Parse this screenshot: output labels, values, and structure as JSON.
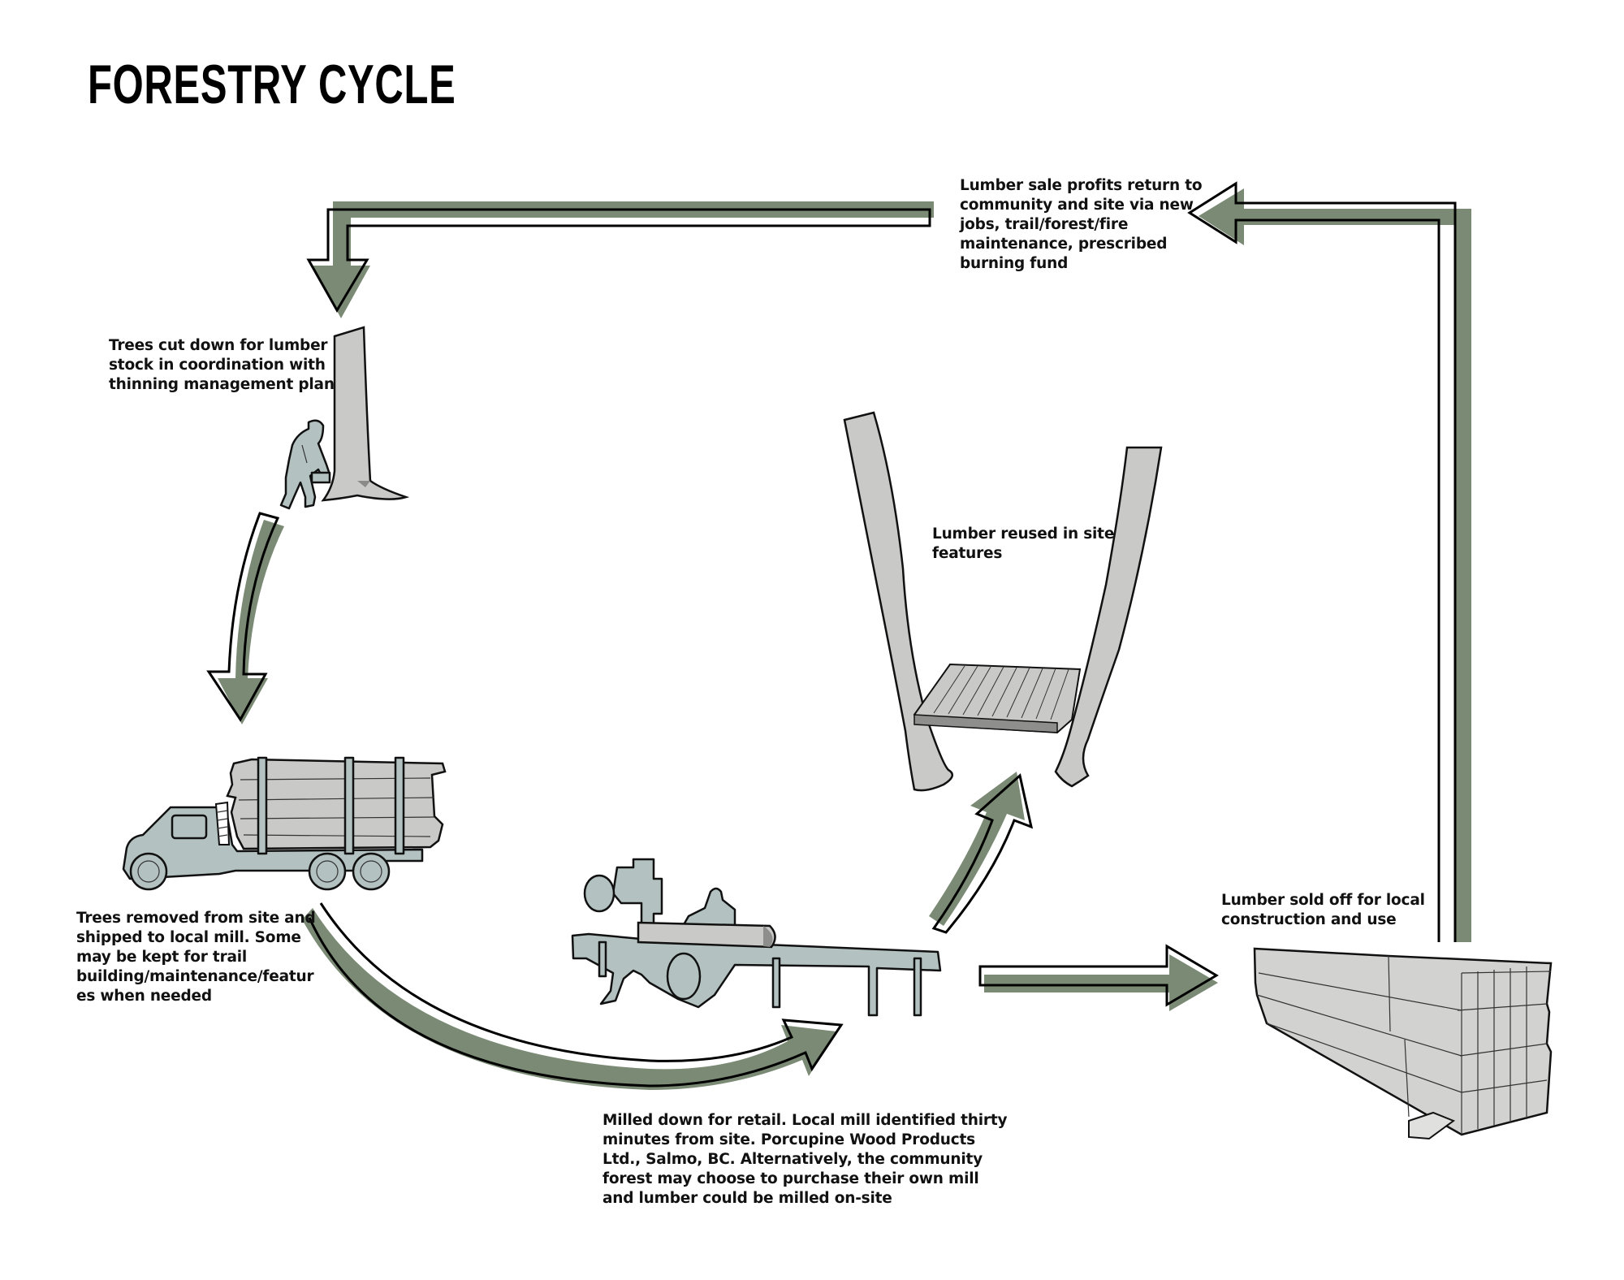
{
  "title": "FORESTRY CYCLE",
  "colors": {
    "arrow_fill": "#7a8a74",
    "outline": "#000000",
    "equipment_fill": "#b3c2c1",
    "wood_fill": "#c9cac7"
  },
  "steps": [
    {
      "id": "cut",
      "label": "Trees cut down for lumber\nstock in coordination with\nthinning management plan",
      "illustration": "logger-with-chainsaw-icon"
    },
    {
      "id": "ship",
      "label": "Trees removed from site and\nshipped to local mill.  Some\nmay be kept for trail\nbuilding/maintenance/featur\nes when needed",
      "illustration": "logging-truck-icon"
    },
    {
      "id": "mill",
      "label": "Milled down for retail. Local mill identified thirty\nminutes from site. Porcupine Wood Products\nLtd., Salmo, BC. Alternatively, the community\nforest may choose to purchase their own mill\nand lumber could be milled on-site",
      "illustration": "sawmill-icon"
    },
    {
      "id": "reuse",
      "label": "Lumber reused in site\nfeatures",
      "illustration": "bridge-between-trees-icon"
    },
    {
      "id": "sell",
      "label": "Lumber sold off for local\nconstruction and use",
      "illustration": "lumber-stack-icon"
    },
    {
      "id": "profits",
      "label": "Lumber sale profits return to\ncommunity and site via new\njobs, trail/forest/fire\nmaintenance, prescribed\nburning fund",
      "illustration": "return-arrow-icon"
    }
  ],
  "flow": [
    {
      "from": "profits",
      "to": "cut"
    },
    {
      "from": "cut",
      "to": "ship"
    },
    {
      "from": "ship",
      "to": "mill"
    },
    {
      "from": "mill",
      "to": "reuse"
    },
    {
      "from": "mill",
      "to": "sell"
    },
    {
      "from": "sell",
      "to": "profits"
    }
  ]
}
